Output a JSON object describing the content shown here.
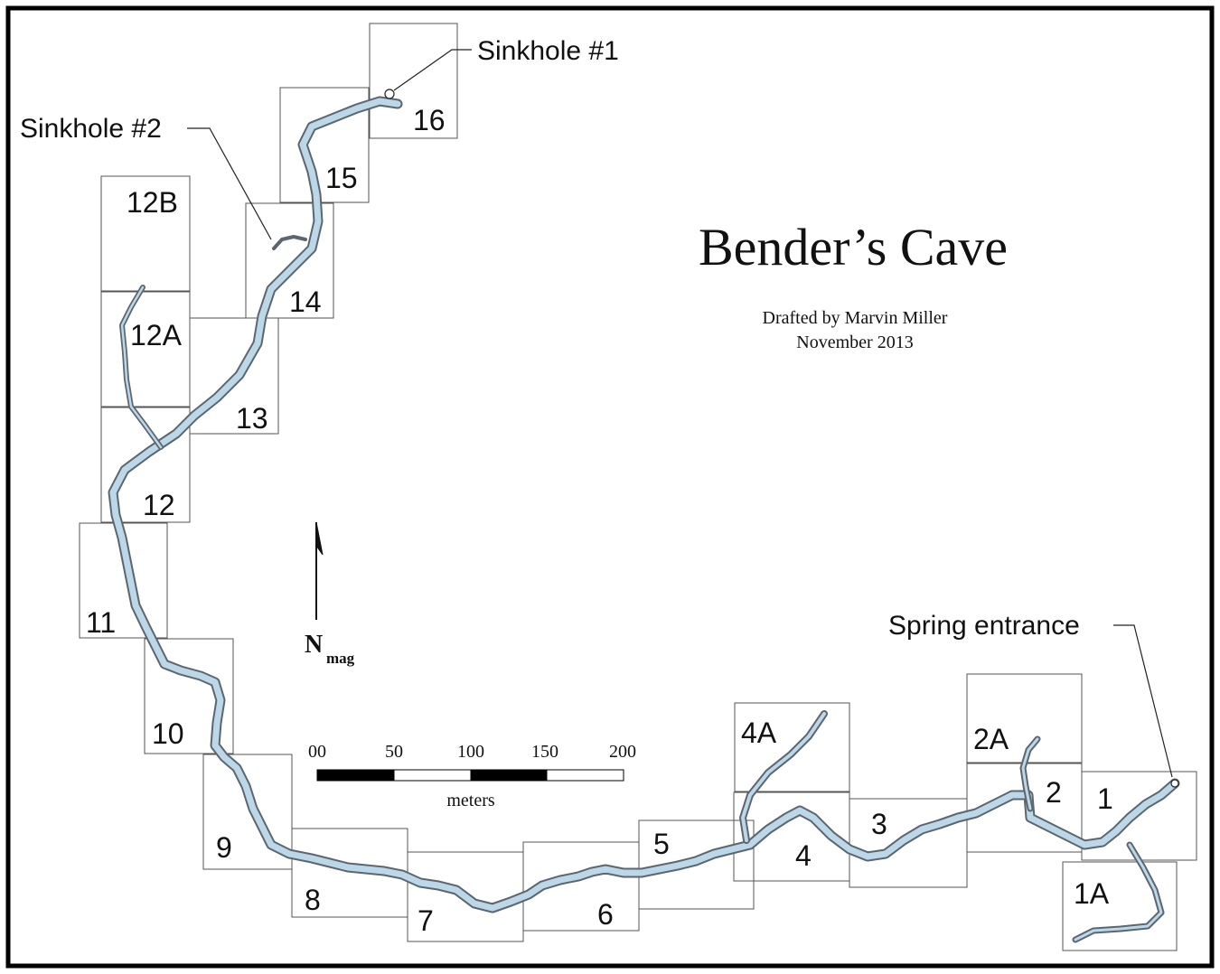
{
  "title": "Bender’s Cave",
  "credit": {
    "drafted_by": "Drafted by Marvin Miller",
    "date": "November 2013"
  },
  "callouts": {
    "sinkhole_1": "Sinkhole #1",
    "sinkhole_2": "Sinkhole #2",
    "spring_entrance": "Spring entrance"
  },
  "north_arrow": {
    "letter": "N",
    "subscript": "mag"
  },
  "scale_bar": {
    "ticks": [
      "00",
      "50",
      "100",
      "150",
      "200"
    ],
    "unit": "meters"
  },
  "sheets": [
    "1",
    "1A",
    "2",
    "2A",
    "3",
    "4",
    "4A",
    "5",
    "6",
    "7",
    "8",
    "9",
    "10",
    "11",
    "12",
    "12A",
    "12B",
    "13",
    "14",
    "15",
    "16"
  ],
  "colors": {
    "passage_fill": "#bcd8e8",
    "passage_outline": "#5c6670",
    "frame": "#000000"
  }
}
